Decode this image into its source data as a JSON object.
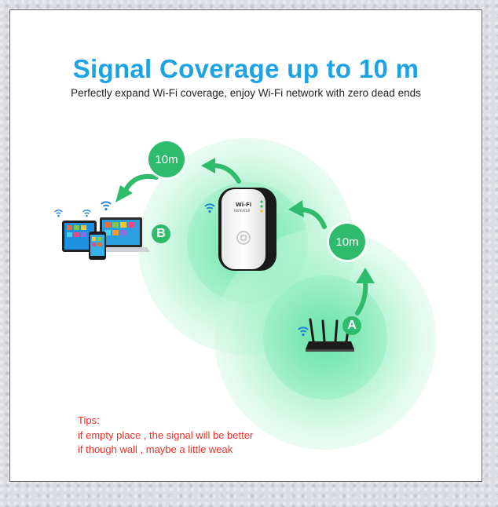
{
  "header": {
    "title": "Signal Coverage up to 10 m",
    "subtitle": "Perfectly expand Wi-Fi coverage, enjoy Wi-Fi network with zero dead ends"
  },
  "diagram": {
    "distance_top": "10m",
    "distance_right": "10m",
    "point_a": "A",
    "point_b": "B",
    "repeater_brand": "Wi-Fi",
    "repeater_model": "REPEATER",
    "colors": {
      "accent": "#1da3e3",
      "badge": "#2fbb6c",
      "signal": "#7de8b4",
      "tips": "#e8322a"
    },
    "icons": [
      "wifi-icon",
      "router-icon",
      "repeater-icon",
      "devices-icon",
      "arrow-icon"
    ]
  },
  "tips": {
    "heading": "Tips:",
    "line1": "if empty place , the signal will be better",
    "line2": "if though wall , maybe a little weak"
  }
}
